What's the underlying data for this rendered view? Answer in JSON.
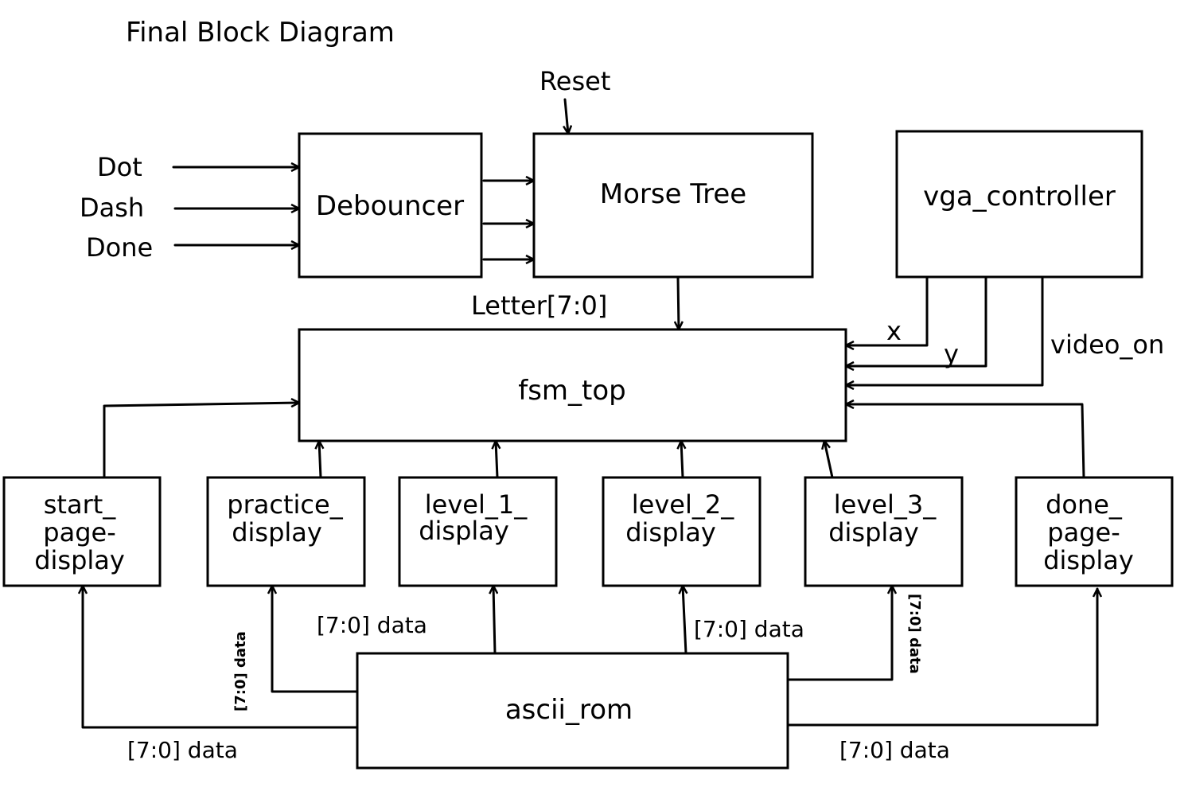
{
  "title": "Final Block Diagram",
  "inputs": {
    "dot": "Dot",
    "dash": "Dash",
    "done": "Done",
    "reset": "Reset"
  },
  "blocks": {
    "debouncer": "Debouncer",
    "morse_tree": "Morse Tree",
    "vga_controller": "vga_controller",
    "fsm_top": "fsm_top",
    "ascii_rom": "ascii_rom",
    "start_page_display": [
      "start_",
      "page-",
      "display"
    ],
    "practice_display": [
      "practice_",
      "display"
    ],
    "level_1_display": [
      "level_1_",
      "display"
    ],
    "level_2_display": [
      "level_2_",
      "display"
    ],
    "level_3_display": [
      "level_3_",
      "display"
    ],
    "done_page_display": [
      "done_",
      "page-",
      "display"
    ]
  },
  "signals": {
    "letter": "Letter[7:0]",
    "x": "x",
    "y": "y",
    "video_on": "video_on",
    "bus_data": "[7:0] data"
  }
}
